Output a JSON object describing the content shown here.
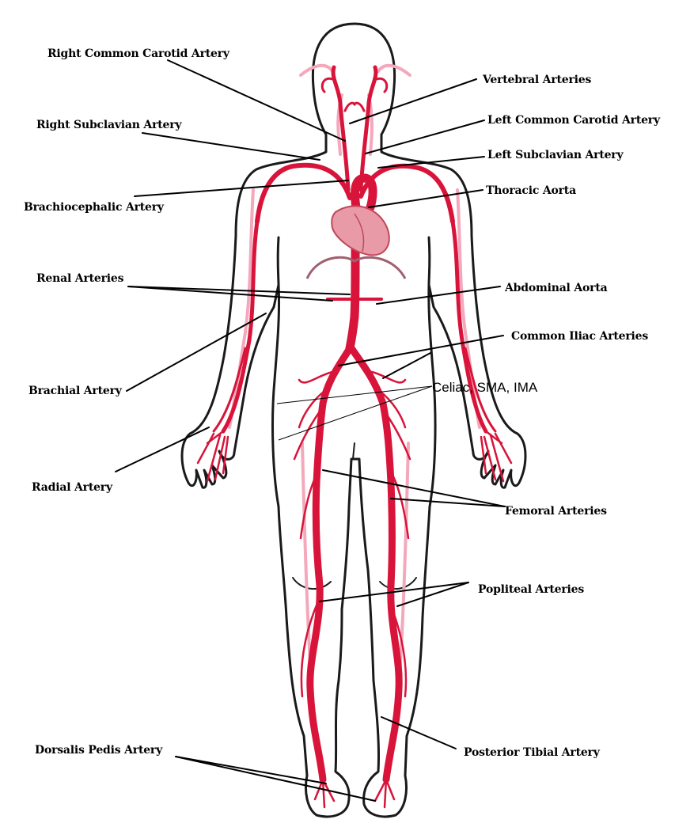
{
  "colors": {
    "outline": "#1a1a1a",
    "artery": "#d8143a",
    "artery_light": "#f4a8bc",
    "heart": "#e89aa6",
    "leader": "#000000",
    "background": "#ffffff"
  },
  "labels": {
    "right_common_carotid": "Right Common Carotid Artery",
    "vertebral": "Vertebral Arteries",
    "right_subclavian": "Right Subclavian Artery",
    "left_common_carotid": "Left Common Carotid Artery",
    "left_subclavian": "Left Subclavian Artery",
    "brachiocephalic": "Brachiocephalic Artery",
    "thoracic_aorta": "Thoracic Aorta",
    "renal": "Renal Arteries",
    "abdominal_aorta": "Abdominal Aorta",
    "common_iliac": "Common Iliac Arteries",
    "brachial": "Brachial Artery",
    "celiac": "Celiac, SMA, IMA",
    "radial": "Radial Artery",
    "femoral": "Femoral Arteries",
    "popliteal": "Popliteal Arteries",
    "dorsalis_pedis": "Dorsalis Pedis Artery",
    "posterior_tibial": "Posterior Tibial Artery"
  }
}
